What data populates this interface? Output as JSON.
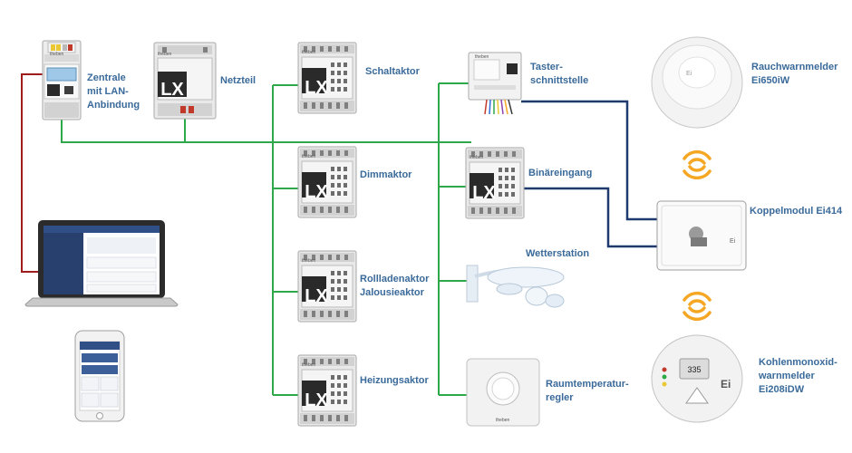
{
  "labels": {
    "zentrale": [
      "Zentrale",
      "mit LAN-",
      "Anbindung"
    ],
    "netzteil": "Netzteil",
    "schaltaktor": "Schaltaktor",
    "dimmaktor": "Dimmaktor",
    "rollladenaktor": [
      "Rollladenaktor",
      "Jalousieaktor"
    ],
    "heizungsaktor": "Heizungsaktor",
    "taster": [
      "Taster-",
      "schnittstelle"
    ],
    "binaereingang": "Binäreingang",
    "wetterstation": "Wetterstation",
    "raumtemperatur": [
      "Raumtemperatur-",
      "regler"
    ],
    "rauchwarnmelder": [
      "Rauchwarnmelder",
      "Ei650iW"
    ],
    "koppelmodul": "Koppelmodul  Ei414",
    "kohlenmonoxid": [
      "Kohlenmonoxid-",
      "warnmelder",
      "Ei208iDW"
    ]
  },
  "device_text": {
    "module_logo": "LX",
    "brand": "theben",
    "smoke_detector_brand": "Ei",
    "co_display": "335",
    "koppel_mark": "Ei"
  },
  "colors": {
    "bus_green": "#2ea84a",
    "lan_red": "#a01c1c",
    "wired_navy": "#1e3a6e",
    "wave_orange": "#f5a623",
    "label_blue": "#3a6a9a"
  }
}
